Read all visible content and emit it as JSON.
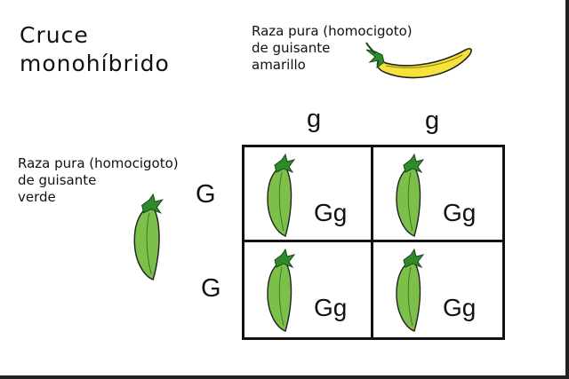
{
  "title": {
    "line1": "Cruce",
    "line2": "monohíbrido"
  },
  "yellow_parent": {
    "line1": "Raza pura (homocigoto)",
    "line2": "de guisante",
    "line3": "amarillo"
  },
  "green_parent": {
    "line1": "Raza pura (homocigoto)",
    "line2": "de guisante",
    "line3": "verde"
  },
  "top_alleles": [
    "g",
    "g"
  ],
  "side_alleles": [
    "G",
    "G"
  ],
  "cells": [
    "Gg",
    "Gg",
    "Gg",
    "Gg"
  ],
  "icons": {
    "yellow_pod": "yellow-pea-pod-icon",
    "green_pod": "green-pea-pod-icon"
  },
  "colors": {
    "yellow": "#f5e23a",
    "green": "#7cc04a",
    "leaf": "#2f8a2c"
  }
}
